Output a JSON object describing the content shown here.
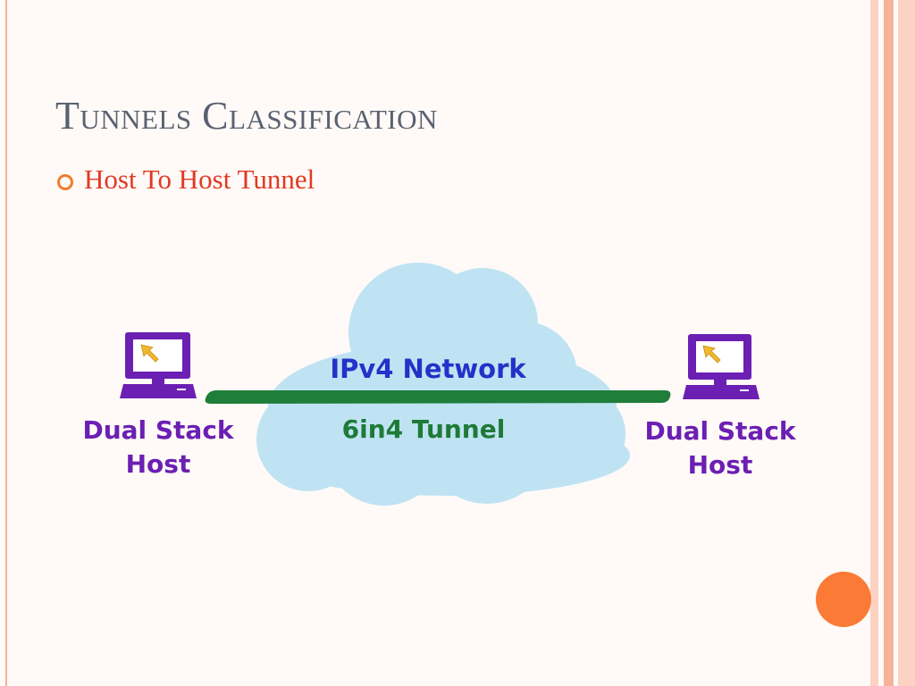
{
  "slide": {
    "title": "Tunnels Classification",
    "bullet": "Host To Host Tunnel"
  },
  "diagram": {
    "network_label": "IPv4 Network",
    "tunnel_label": "6in4 Tunnel",
    "left_host": {
      "line1": "Dual Stack",
      "line2": "Host"
    },
    "right_host": {
      "line1": "Dual Stack",
      "line2": "Host"
    }
  },
  "colors": {
    "background": "#fffaf7",
    "title": "#5a6170",
    "bullet_text": "#e03a22",
    "bullet_ring": "#f07b2c",
    "cloud": "#bfe3f3",
    "cloud_text": "#2332c8",
    "tunnel": "#1e7e3a",
    "tunnel_text": "#1f7a38",
    "host": "#6c1fb3",
    "host_screen": "#ffffff",
    "cursor": "#f1b82e",
    "stripe_light": "#fcd2c2",
    "stripe_mid": "#f7b29a",
    "deco_dot": "#fb7a36"
  }
}
